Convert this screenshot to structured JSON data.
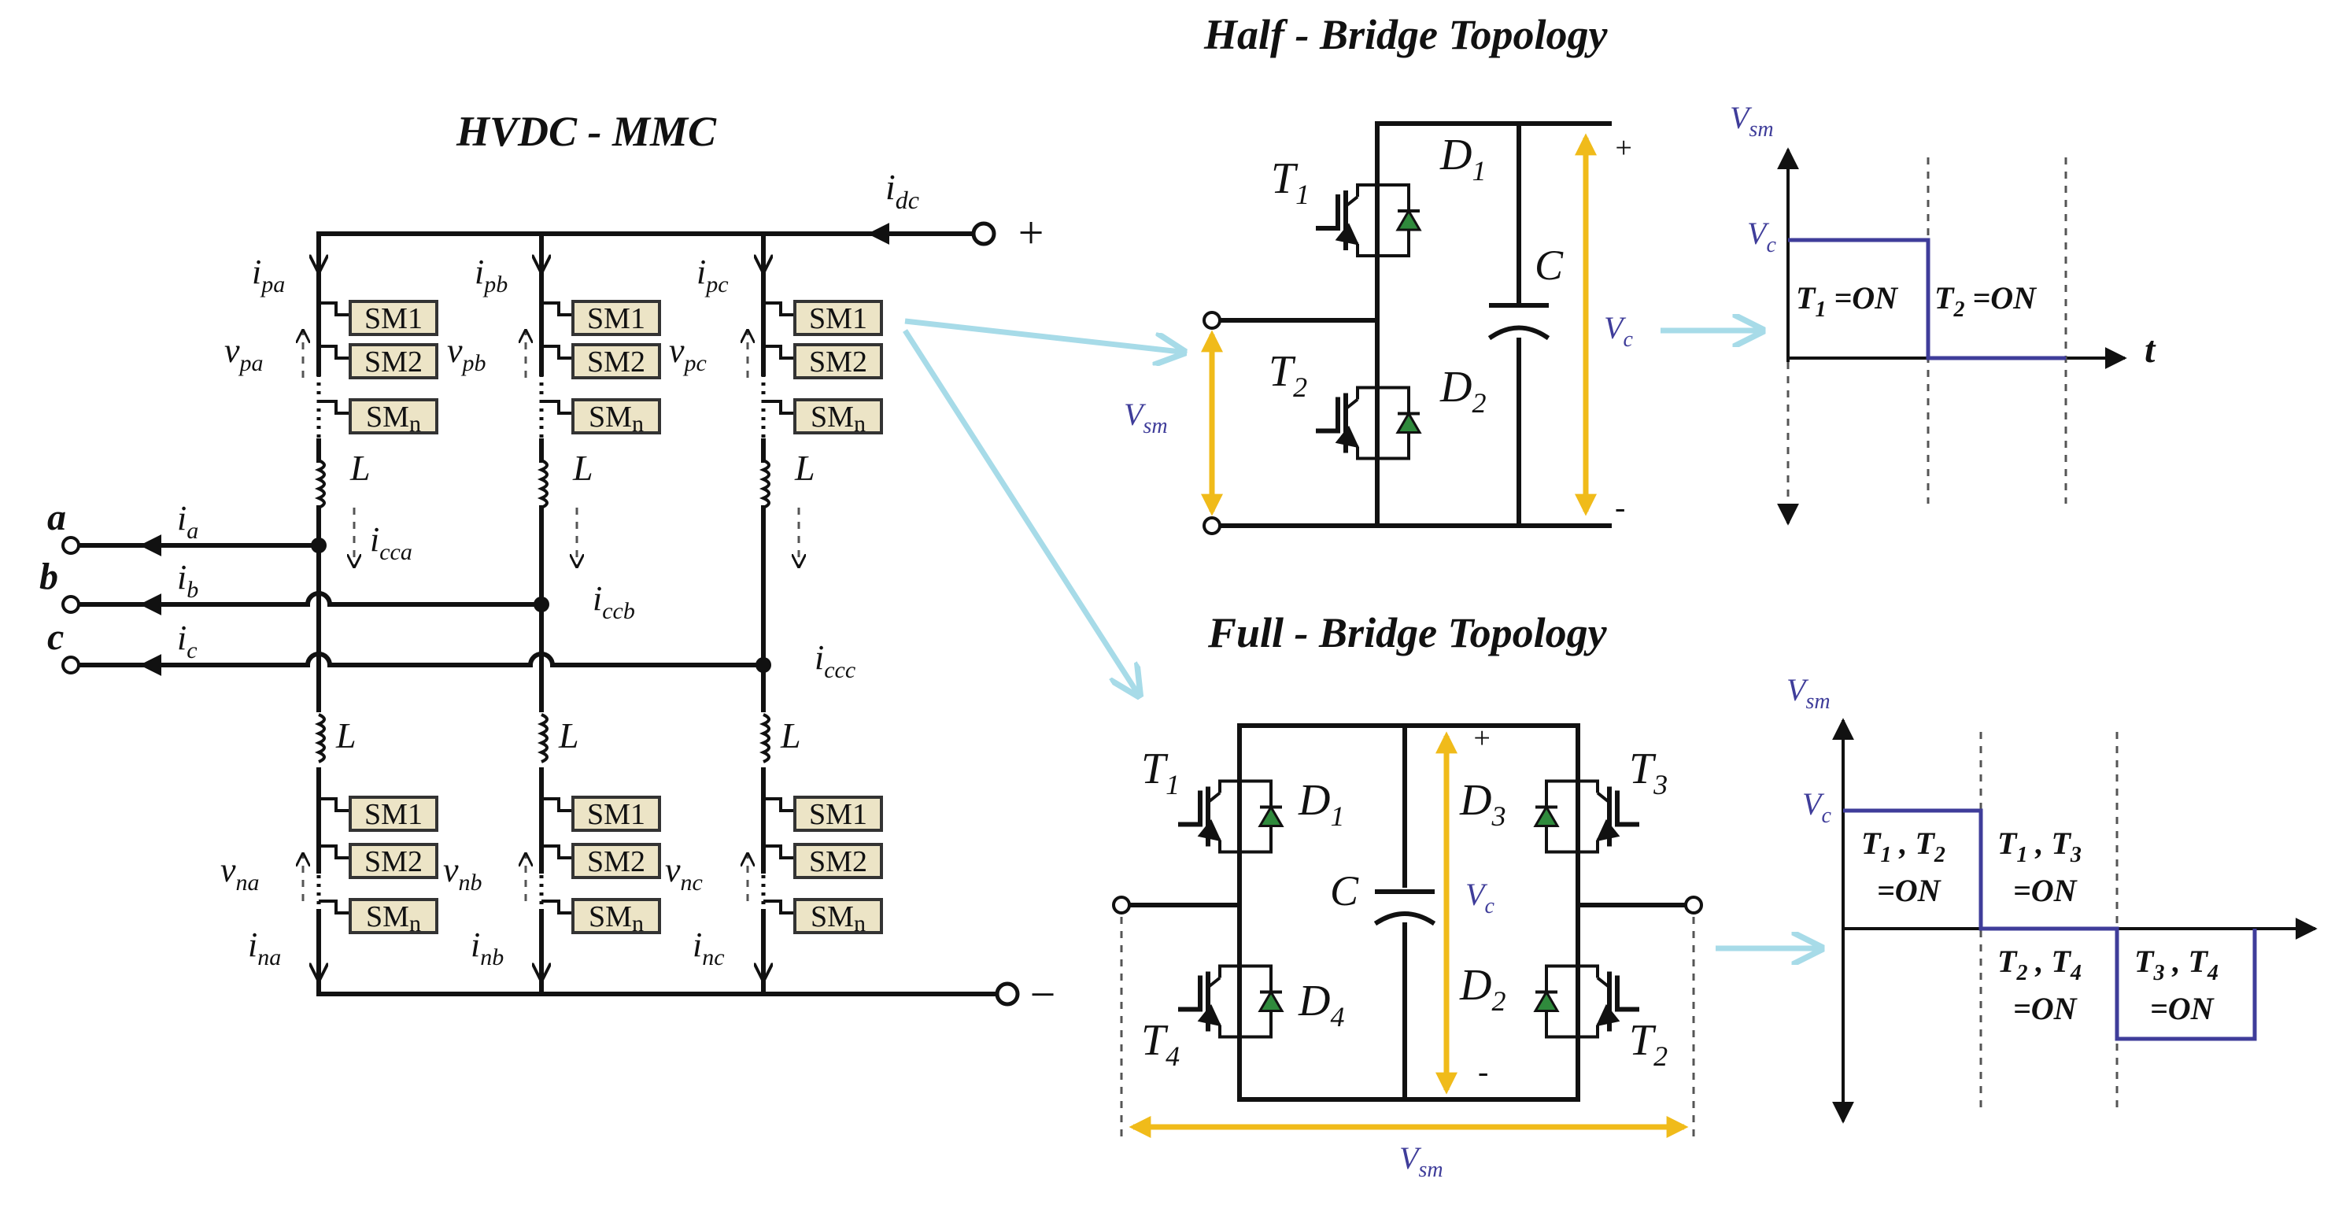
{
  "titles": {
    "mmc": "HVDC - MMC",
    "half_bridge": "Half - Bridge Topology",
    "full_bridge": "Full - Bridge Topology"
  },
  "mmc": {
    "sm1": "SM1",
    "sm2": "SM2",
    "smn_main": "SM",
    "smn_sub": "n",
    "inductor": "L",
    "terminal_plus": "+",
    "terminal_minus": "−",
    "phases": [
      "a",
      "b",
      "c"
    ],
    "i_dc": {
      "main": "i",
      "sub": "dc"
    },
    "upper_currents": [
      {
        "main": "i",
        "sub": "pa"
      },
      {
        "main": "i",
        "sub": "pb"
      },
      {
        "main": "i",
        "sub": "pc"
      }
    ],
    "upper_voltages": [
      {
        "main": "v",
        "sub": "pa"
      },
      {
        "main": "v",
        "sub": "pb"
      },
      {
        "main": "v",
        "sub": "pc"
      }
    ],
    "lower_voltages": [
      {
        "main": "v",
        "sub": "na"
      },
      {
        "main": "v",
        "sub": "nb"
      },
      {
        "main": "v",
        "sub": "nc"
      }
    ],
    "lower_currents": [
      {
        "main": "i",
        "sub": "na"
      },
      {
        "main": "i",
        "sub": "nb"
      },
      {
        "main": "i",
        "sub": "nc"
      }
    ],
    "phase_currents": [
      {
        "main": "i",
        "sub": "a"
      },
      {
        "main": "i",
        "sub": "b"
      },
      {
        "main": "i",
        "sub": "c"
      }
    ],
    "circulating_currents": [
      {
        "main": "i",
        "sub": "cca"
      },
      {
        "main": "i",
        "sub": "ccb"
      },
      {
        "main": "i",
        "sub": "ccc"
      }
    ]
  },
  "half_bridge": {
    "T1": {
      "main": "T",
      "sub": "1"
    },
    "T2": {
      "main": "T",
      "sub": "2"
    },
    "D1": {
      "main": "D",
      "sub": "1"
    },
    "D2": {
      "main": "D",
      "sub": "2"
    },
    "C": "C",
    "Vc": {
      "main": "V",
      "sub": "c"
    },
    "Vsm": {
      "main": "V",
      "sub": "sm"
    },
    "plus": "+",
    "minus": "-"
  },
  "half_bridge_waveform": {
    "y_axis": {
      "main": "V",
      "sub": "sm"
    },
    "level": {
      "main": "V",
      "sub": "c"
    },
    "x_axis": "t",
    "state1": {
      "main": "T",
      "sub": "1",
      "rest": " =ON"
    },
    "state2": {
      "main": "T",
      "sub": "2",
      "rest": " =ON"
    }
  },
  "full_bridge": {
    "T1": {
      "main": "T",
      "sub": "1"
    },
    "T2": {
      "main": "T",
      "sub": "2"
    },
    "T3": {
      "main": "T",
      "sub": "3"
    },
    "T4": {
      "main": "T",
      "sub": "4"
    },
    "D1": {
      "main": "D",
      "sub": "1"
    },
    "D2": {
      "main": "D",
      "sub": "2"
    },
    "D3": {
      "main": "D",
      "sub": "3"
    },
    "D4": {
      "main": "D",
      "sub": "4"
    },
    "C": "C",
    "Vc": {
      "main": "V",
      "sub": "c"
    },
    "Vsm": {
      "main": "V",
      "sub": "sm"
    },
    "plus": "+",
    "minus": "-"
  },
  "full_bridge_waveform": {
    "y_axis": {
      "main": "V",
      "sub": "sm"
    },
    "level": {
      "main": "V",
      "sub": "c"
    },
    "states": [
      {
        "a": "T",
        "as": "1",
        "b": "T",
        "bs": "2",
        "on": "=ON"
      },
      {
        "a": "T",
        "as": "1",
        "b": "T",
        "bs": "3",
        "on": "=ON"
      },
      {
        "a": "T",
        "as": "2",
        "b": "T",
        "bs": "4",
        "on": "=ON"
      },
      {
        "a": "T",
        "as": "3",
        "b": "T",
        "bs": "4",
        "on": "=ON"
      }
    ]
  }
}
